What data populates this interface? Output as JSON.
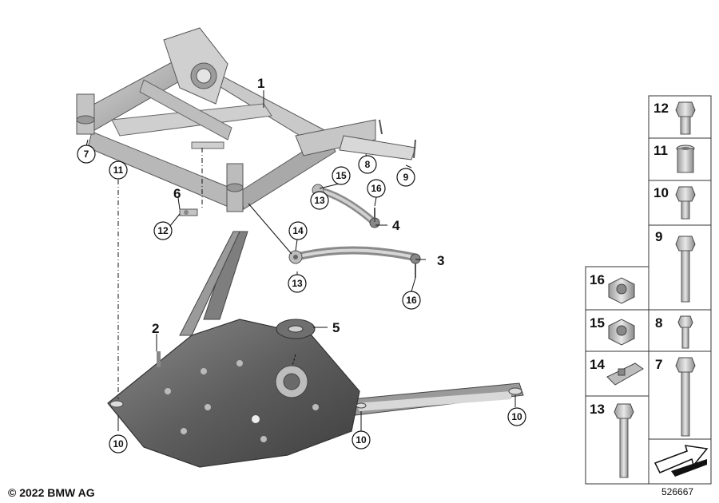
{
  "callouts": {
    "c1": "1",
    "c2": "2",
    "c3": "3",
    "c4": "4",
    "c5": "5",
    "c6": "6",
    "c7": "7",
    "c8": "8",
    "c9": "9",
    "c10a": "10",
    "c10b": "10",
    "c10c": "10",
    "c11": "11",
    "c12": "12",
    "c13a": "13",
    "c13b": "13",
    "c14": "14",
    "c15": "15",
    "c16a": "16",
    "c16b": "16"
  },
  "parts_table": {
    "col_right": [
      "12",
      "11",
      "10",
      "9",
      "8",
      "7"
    ],
    "col_left": [
      "16",
      "15",
      "14",
      "13"
    ]
  },
  "footer": {
    "copyright": "© 2022 BMW AG",
    "diagram_id": "526667"
  }
}
